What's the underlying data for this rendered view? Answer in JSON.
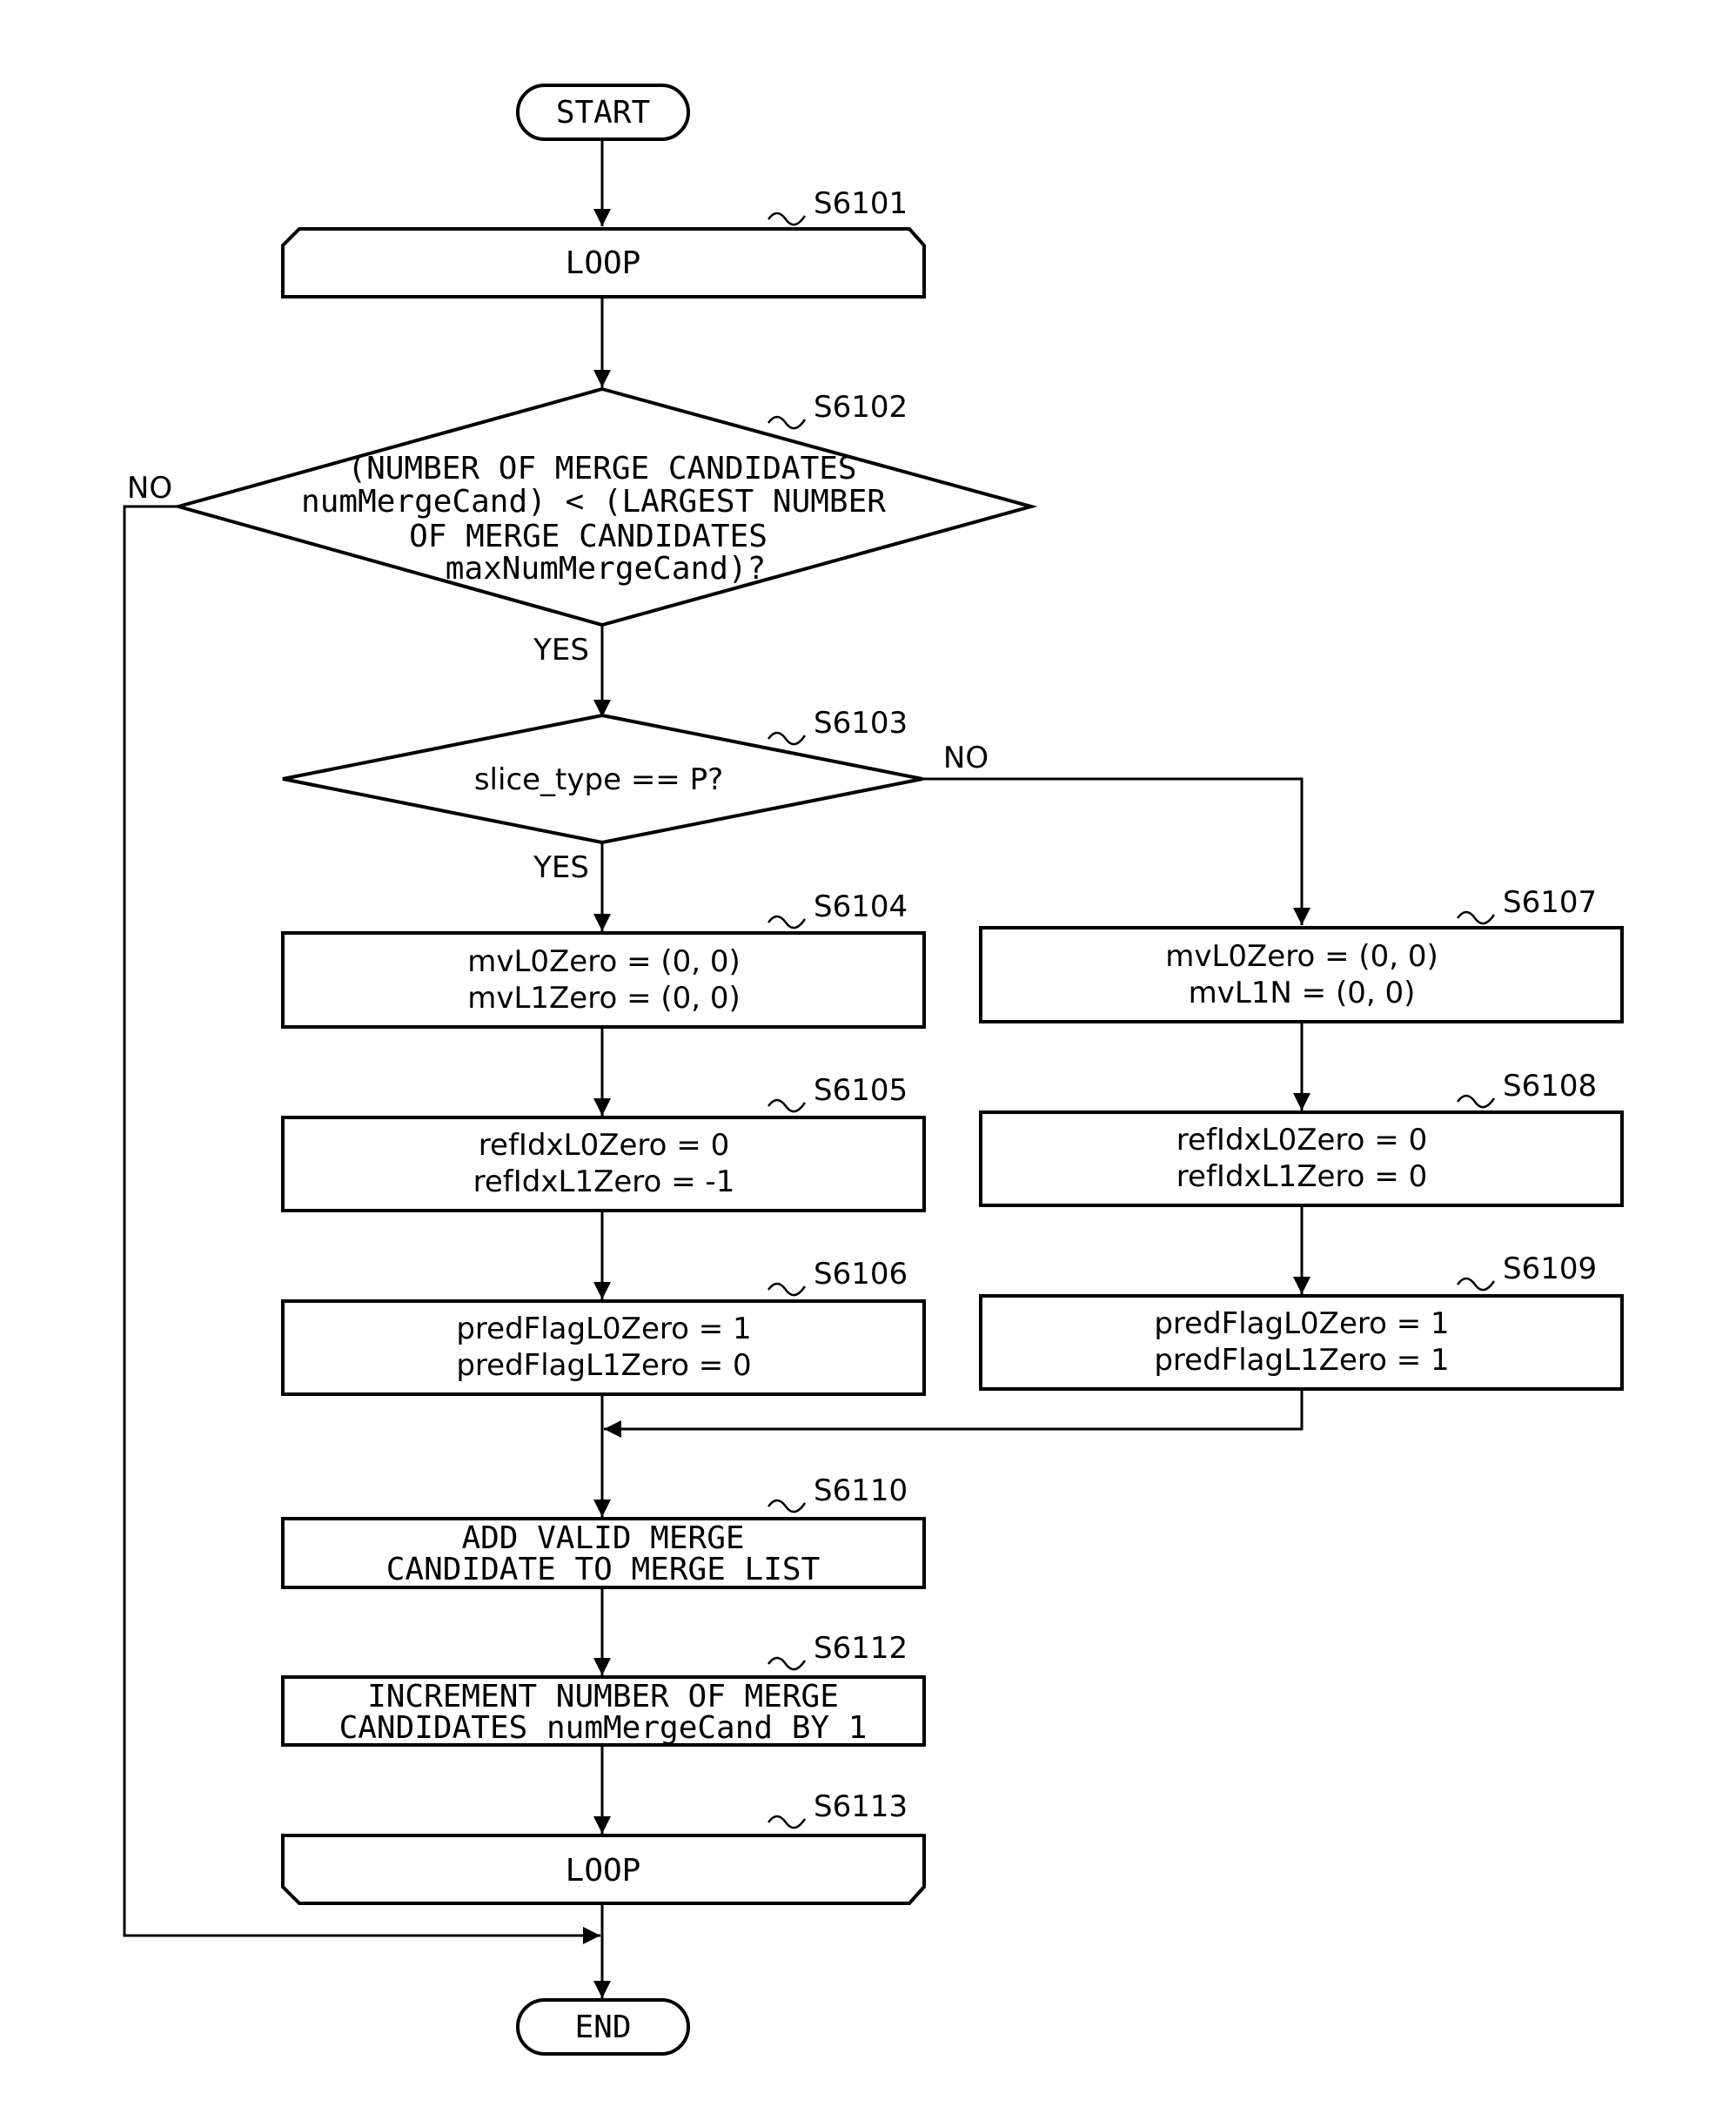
{
  "flowchart": {
    "start": "START",
    "end": "END",
    "s6101": {
      "step": "S6101",
      "text": "LOOP"
    },
    "s6102": {
      "step": "S6102",
      "lines": [
        "(NUMBER OF MERGE CANDIDATES",
        "numMergeCand) < (LARGEST NUMBER",
        "OF MERGE CANDIDATES",
        "maxNumMergeCand)?"
      ],
      "yes": "YES",
      "no": "NO"
    },
    "s6103": {
      "step": "S6103",
      "text": "slice_type == P?",
      "yes": "YES",
      "no": "NO"
    },
    "s6104": {
      "step": "S6104",
      "lines": [
        "mvL0Zero = (0, 0)",
        "mvL1Zero = (0, 0)"
      ]
    },
    "s6105": {
      "step": "S6105",
      "lines": [
        "refIdxL0Zero = 0",
        "refIdxL1Zero = -1"
      ]
    },
    "s6106": {
      "step": "S6106",
      "lines": [
        "predFlagL0Zero = 1",
        "predFlagL1Zero = 0"
      ]
    },
    "s6107": {
      "step": "S6107",
      "lines": [
        "mvL0Zero = (0, 0)",
        "mvL1N = (0, 0)"
      ]
    },
    "s6108": {
      "step": "S6108",
      "lines": [
        "refIdxL0Zero = 0",
        "refIdxL1Zero = 0"
      ]
    },
    "s6109": {
      "step": "S6109",
      "lines": [
        "predFlagL0Zero = 1",
        "predFlagL1Zero = 1"
      ]
    },
    "s6110": {
      "step": "S6110",
      "lines": [
        "ADD VALID MERGE",
        "CANDIDATE TO MERGE LIST"
      ]
    },
    "s6112": {
      "step": "S6112",
      "lines": [
        "INCREMENT NUMBER OF MERGE",
        "CANDIDATES numMergeCand BY 1"
      ]
    },
    "s6113": {
      "step": "S6113",
      "text": "LOOP"
    }
  }
}
